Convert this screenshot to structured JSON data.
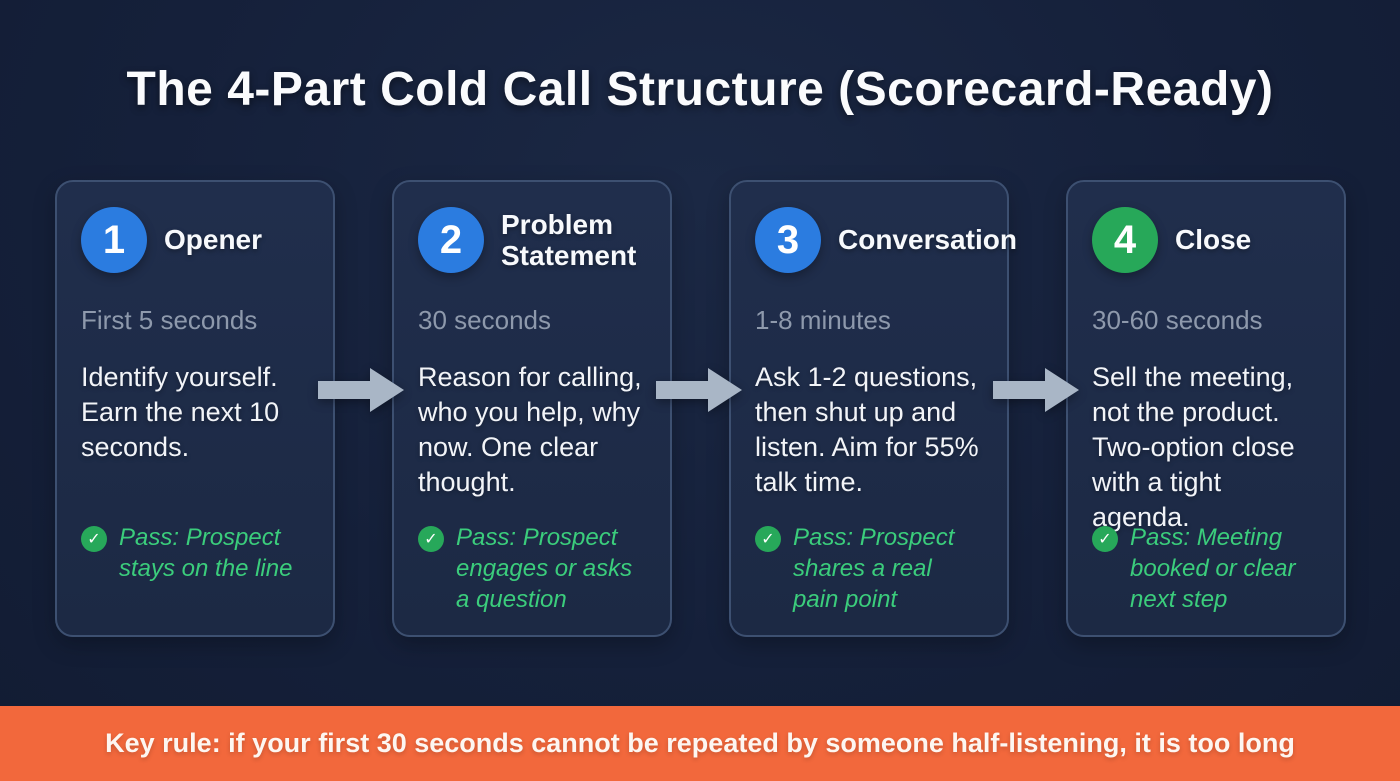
{
  "page": {
    "title": "The 4-Part Cold Call Structure (Scorecard-Ready)",
    "key_rule": "Key rule: if your first 30 seconds cannot be repeated by someone half-listening, it is too long"
  },
  "colors": {
    "background": "#15203a",
    "card_background": "#1e2b48",
    "card_border": "#3d5071",
    "badge_blue": "#2b7ce0",
    "badge_green": "#27a859",
    "pass_green": "#3bcd7c",
    "check_circle_green": "#27a85a",
    "duration_gray": "#8e99ac",
    "arrow_gray": "#a9b6c6",
    "banner_orange": "#f2683c"
  },
  "icons": {
    "check": "✓"
  },
  "steps": [
    {
      "number": "1",
      "title": "Opener",
      "duration": "First 5 seconds",
      "description": "Identify yourself. Earn the next 10 seconds.",
      "pass": "Pass: Prospect stays on the line",
      "badge_color": "#2b7ce0"
    },
    {
      "number": "2",
      "title": "Problem Statement",
      "duration": "30 seconds",
      "description": "Reason for calling, who you help, why now. One clear thought.",
      "pass": "Pass: Prospect engages or asks a question",
      "badge_color": "#2b7ce0"
    },
    {
      "number": "3",
      "title": "Conversation",
      "duration": "1-8 minutes",
      "description": "Ask 1-2 questions, then shut up and listen. Aim for 55% talk time.",
      "pass": "Pass: Prospect shares a real pain point",
      "badge_color": "#2b7ce0"
    },
    {
      "number": "4",
      "title": "Close",
      "duration": "30-60 seconds",
      "description": "Sell the meeting, not the product. Two-option close with a tight agenda.",
      "pass": "Pass: Meeting booked or clear next step",
      "badge_color": "#27a859"
    }
  ]
}
